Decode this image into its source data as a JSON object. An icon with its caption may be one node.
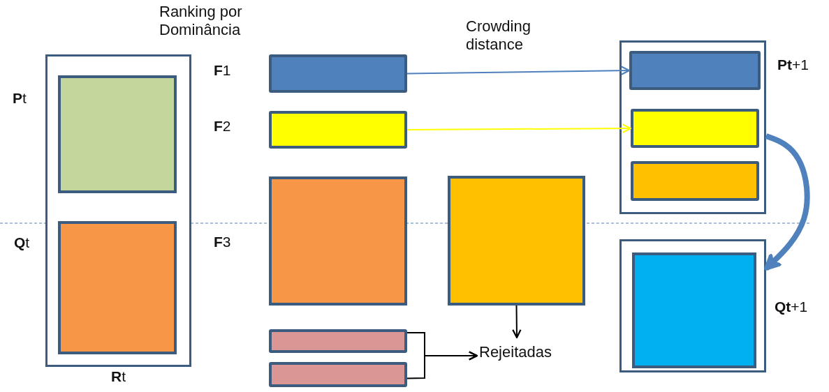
{
  "diagram": {
    "nodes": [
      {
        "text": [
          "**R**t"
        ]
      },
      {
        "text": [],
        "shape": "box",
        "in": 0,
        "beside": [
          "**P**t"
        ]
      },
      {
        "text": [],
        "shape": "box",
        "in": 0,
        "beside": [
          "**Q**t"
        ]
      },
      {
        "text": [],
        "shape": "bar",
        "beside": [
          "**F**1"
        ]
      },
      {
        "text": [],
        "shape": "bar",
        "beside": [
          "**F**2"
        ]
      },
      {
        "text": [],
        "shape": "box",
        "beside": [
          "**F**3"
        ]
      },
      {
        "text": [],
        "shape": "box"
      },
      {
        "text": [],
        "shape": "bar"
      },
      {
        "text": [],
        "shape": "bar"
      },
      {
        "text": [
          "Rejeitadas"
        ]
      },
      {
        "text": [],
        "shape": "box",
        "beside": [
          "**Pt**+1"
        ]
      },
      {
        "text": [],
        "shape": "bar",
        "in": 10
      },
      {
        "text": [],
        "shape": "bar",
        "in": 10
      },
      {
        "text": [],
        "shape": "bar",
        "in": 10
      },
      {
        "text": [],
        "shape": "box",
        "beside": [
          "**Qt**+1"
        ]
      },
      {
        "text": [],
        "shape": "box",
        "in": 14
      }
    ],
    "edges": [
      {
        "from": 3,
        "to": 11,
        "arrow": "to",
        "color": "#4f81bd"
      },
      {
        "from": 4,
        "to": 12,
        "arrow": "to",
        "color": "#ffff00"
      },
      {
        "from": 6,
        "to": 9,
        "arrow": "to"
      },
      {
        "from": 7,
        "to": 9,
        "arrow": "to"
      },
      {
        "from": 8,
        "to": 9,
        "arrow": "to"
      },
      {
        "from": 10,
        "to": 14,
        "arrow": "to",
        "style": "thick",
        "color": "#4f81bd"
      }
    ],
    "labels": [
      "Ranking por Dominância",
      "Crowding distance"
    ]
  }
}
